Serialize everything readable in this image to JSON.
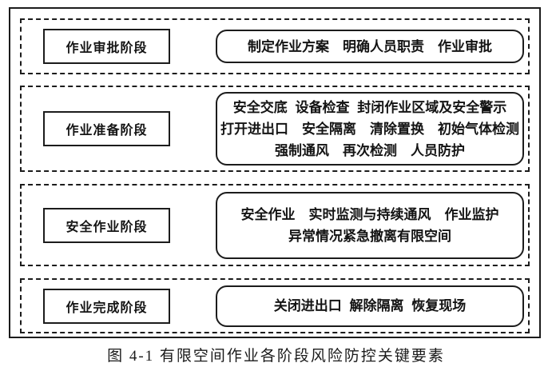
{
  "diagram": {
    "caption": "图 4-1 有限空间作业各阶段风险防控关键要素",
    "rows": [
      {
        "stage": "作业审批阶段",
        "items": [
          "制定作业方案　明确人员职责　作业审批"
        ]
      },
      {
        "stage": "作业准备阶段",
        "items": [
          "安全交底 设备检查 封闭作业区域及安全警示",
          "打开进出口　安全隔离　清除置换　初始气体检测",
          "强制通风　再次检测　人员防护"
        ]
      },
      {
        "stage": "安全作业阶段",
        "items": [
          "安全作业　实时监测与持续通风　作业监护",
          "异常情况紧急撤离有限空间"
        ]
      },
      {
        "stage": "作业完成阶段",
        "items": [
          "关闭进出口 解除隔离 恢复现场"
        ]
      }
    ],
    "colors": {
      "border": "#1c1c1c",
      "background": "#ffffff",
      "text": "#141414"
    }
  }
}
